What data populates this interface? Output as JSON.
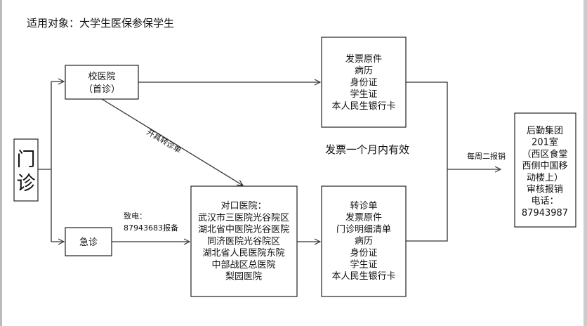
{
  "title": "适用对象：大学生医保参保学生",
  "outpatient": {
    "label_1": "门",
    "label_2": "诊"
  },
  "school_hospital": {
    "line1": "校医院",
    "line2": "（首诊）"
  },
  "emergency": {
    "label": "急诊"
  },
  "referral_edge_label": "开具转诊单",
  "emergency_edge_label": {
    "line1": "致电：",
    "line2": "87943683报备"
  },
  "partner_hospitals": {
    "heading": "对口医院：",
    "items": [
      "武汉市三医院光谷院区",
      "湖北省中医院光谷医院",
      "同济医院光谷院区",
      "湖北省人民医院东院",
      "中部战区总医院",
      "梨园医院"
    ]
  },
  "docs_school": [
    "发票原件",
    "病历",
    "身份证",
    "学生证",
    "本人民生银行卡"
  ],
  "docs_referral": [
    "转诊单",
    "发票原件",
    "门诊明细清单",
    "病历",
    "身份证",
    "学生证",
    "本人民生银行卡"
  ],
  "invoice_note": "发票一个月内有效",
  "weekly_label": "每周二报销",
  "logistics": {
    "lines": [
      "后勤集团",
      "201室",
      "（西区食堂",
      "西侧中国移",
      "动楼上）",
      "审核报销",
      "电话：",
      "87943987"
    ]
  }
}
